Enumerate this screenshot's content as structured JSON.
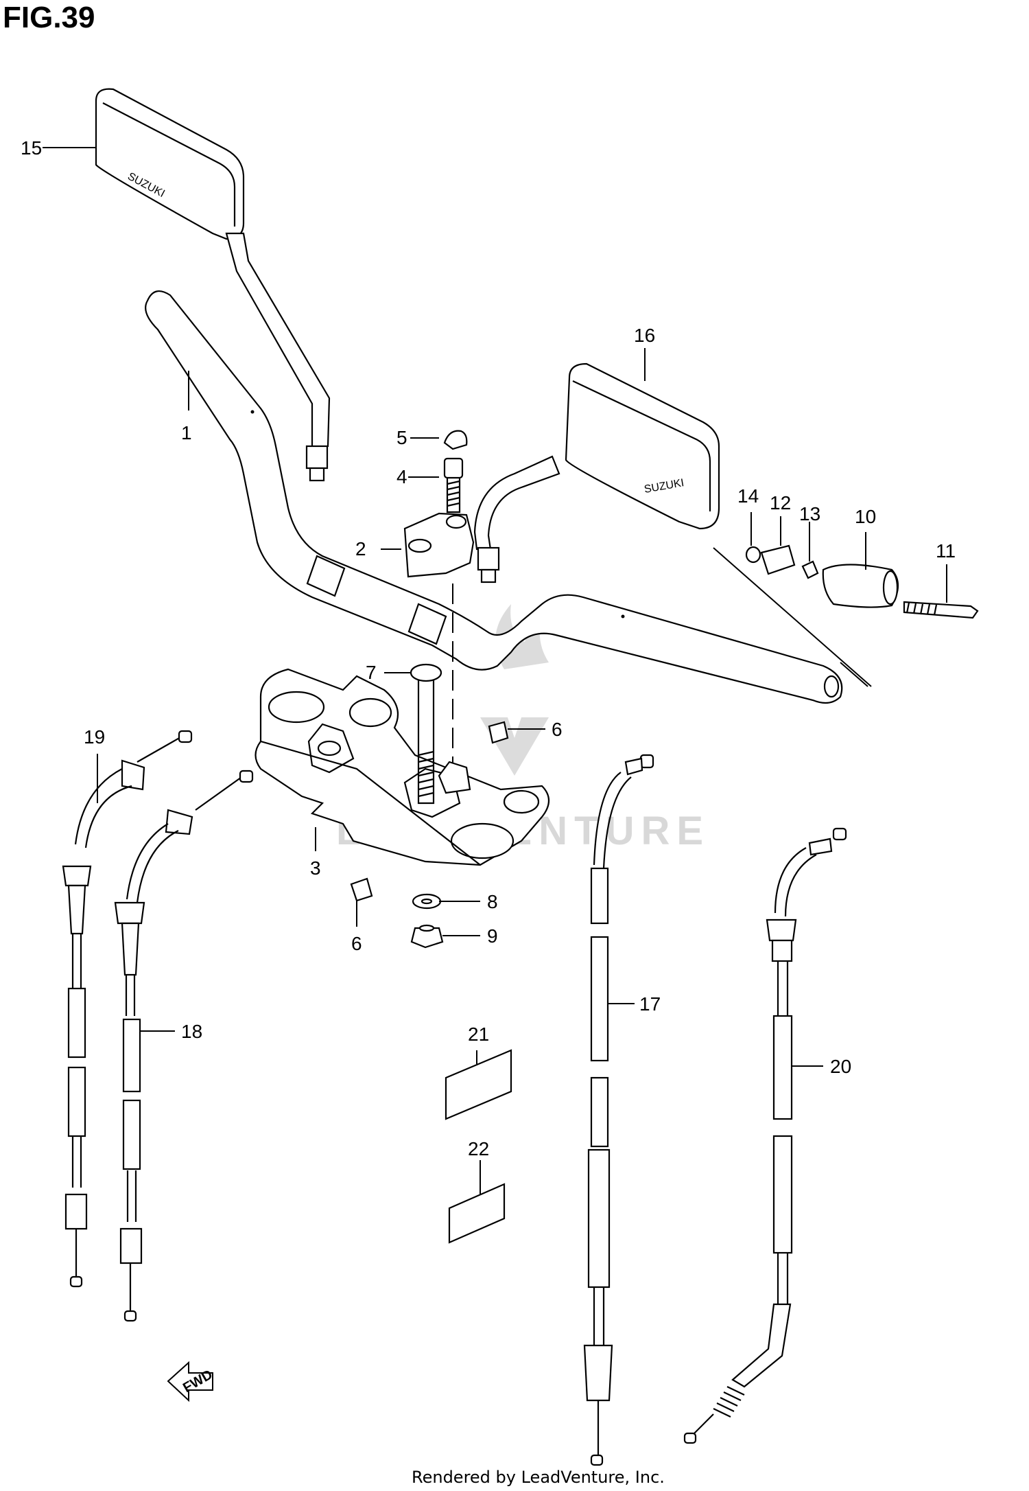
{
  "figure_title": "FIG.39",
  "mirror_brand": "SUZUKI",
  "watermark_text": "LEADVENTURE",
  "fwd_label": "FWD",
  "footer_text": "Rendered by LeadVenture, Inc.",
  "callouts": [
    "1",
    "2",
    "3",
    "4",
    "5",
    "6",
    "6",
    "7",
    "8",
    "9",
    "10",
    "11",
    "12",
    "13",
    "14",
    "15",
    "16",
    "17",
    "18",
    "19",
    "20",
    "21",
    "22"
  ]
}
